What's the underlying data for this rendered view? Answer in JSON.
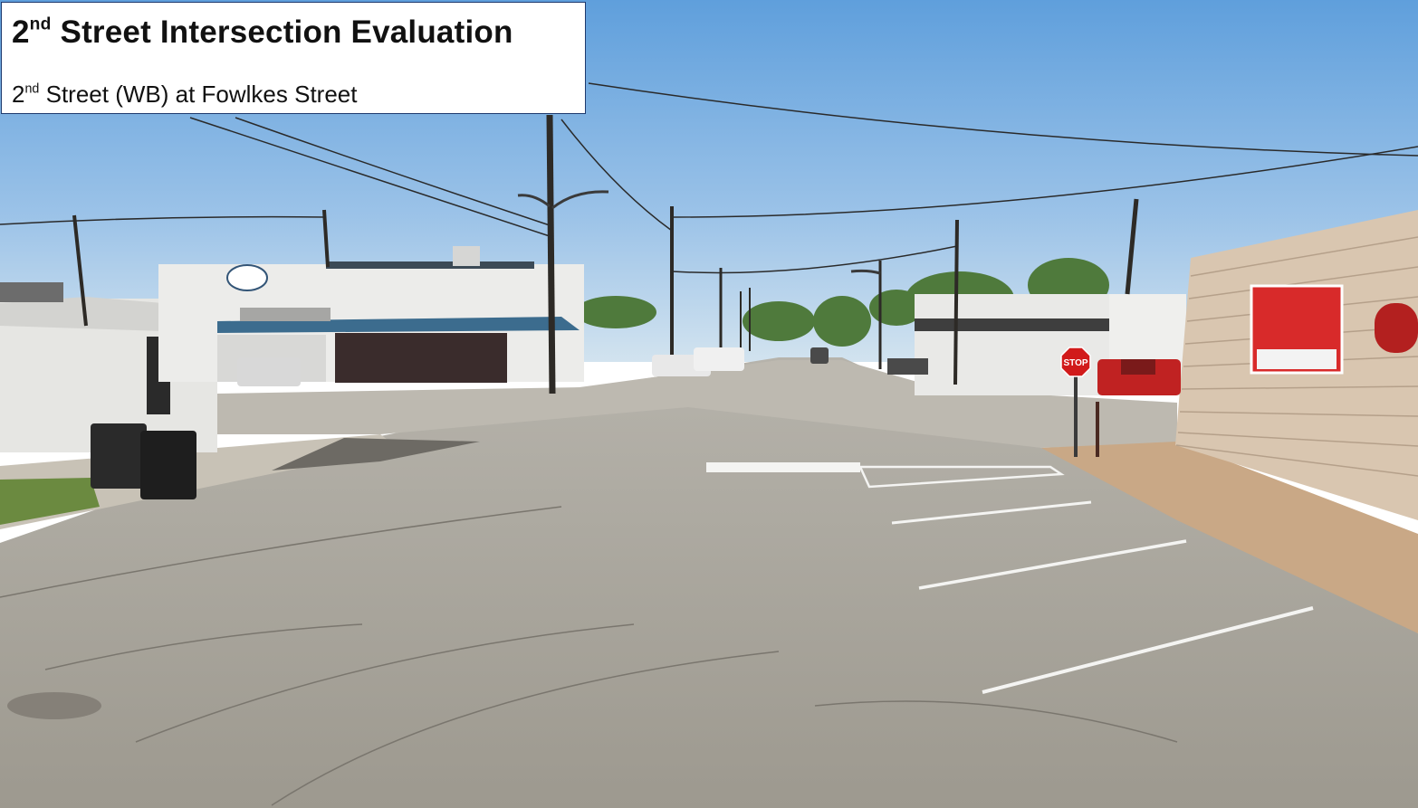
{
  "header": {
    "title_ordinal": "2",
    "title_ordinal_suffix": "nd",
    "title_rest": " Street Intersection Evaluation",
    "subtitle_ordinal": "2",
    "subtitle_ordinal_suffix": "nd",
    "subtitle_rest": " Street (WB) at Fowlkes Street",
    "border_color": "#1e3a6e"
  },
  "scene": {
    "stop_sign_text": "STOP",
    "sky_color": "#9cc3e8",
    "road_color": "#a8a49c",
    "stop_sign_color": "#d11a1a"
  }
}
